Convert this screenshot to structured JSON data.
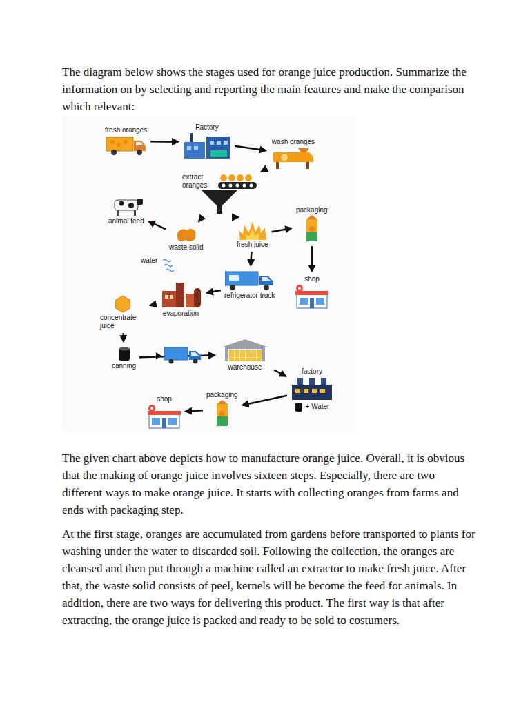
{
  "diagram": {
    "title": "The diagram below shows the stages used for orange juice production. Summarize the information on by selecting and reporting the main features and make the comparison which relevant:",
    "nodes": [
      {
        "text": [
          "fresh oranges"
        ]
      },
      {
        "text": [
          "Factory"
        ]
      },
      {
        "text": [
          "wash oranges"
        ]
      },
      {
        "text": [
          "extract oranges"
        ]
      },
      {
        "text": [
          "animal feed"
        ]
      },
      {
        "text": [
          "waste solid"
        ]
      },
      {
        "text": [
          "fresh juice"
        ]
      },
      {
        "text": [
          "packaging"
        ]
      },
      {
        "text": [
          "shop"
        ]
      },
      {
        "text": [
          "refrigerator truck"
        ]
      },
      {
        "text": [
          "evaporation"
        ]
      },
      {
        "text": [
          "concentrate juice"
        ]
      },
      {
        "text": [
          "canning"
        ]
      },
      {
        "text": [
          "warehouse"
        ]
      },
      {
        "text": [
          "factory",
          "+ Water"
        ]
      },
      {
        "text": [
          "packaging"
        ]
      },
      {
        "text": [
          "shop"
        ]
      }
    ],
    "edges": [
      {
        "from": 0,
        "to": 1,
        "arrow": "to"
      },
      {
        "from": 1,
        "to": 2,
        "arrow": "to"
      },
      {
        "from": 2,
        "to": 3,
        "arrow": "to"
      },
      {
        "from": 3,
        "to": 5,
        "arrow": "to"
      },
      {
        "from": 3,
        "to": 6,
        "arrow": "to"
      },
      {
        "from": 5,
        "to": 4,
        "arrow": "to"
      },
      {
        "from": 6,
        "to": 7,
        "arrow": "to"
      },
      {
        "from": 7,
        "to": 8,
        "arrow": "to"
      },
      {
        "from": 6,
        "to": 9,
        "arrow": "to"
      },
      {
        "from": 9,
        "to": 10,
        "arrow": "to"
      },
      {
        "from": 10,
        "to": 11,
        "arrow": "to"
      },
      {
        "from": 11,
        "to": 12,
        "arrow": "to"
      },
      {
        "from": 12,
        "to": 13,
        "arrow": "to"
      },
      {
        "from": 13,
        "to": 14,
        "arrow": "to"
      },
      {
        "from": 14,
        "to": 15,
        "arrow": "to"
      },
      {
        "from": 15,
        "to": 16,
        "arrow": "to"
      }
    ],
    "labels": [
      "water",
      "The given chart above depicts how to manufacture orange juice. Overall, it is obvious that the making of orange juice involves sixteen steps. Especially, there are two different ways to make orange juice. It starts with collecting oranges from farms and ends with packaging step.",
      "At the first stage, oranges are accumulated from gardens before transported to plants for washing under the water to discarded soil. Following the collection, the oranges are cleansed and then put through a machine called an extractor to make fresh juice. After that, the waste solid consists of peel, kernels will be become the feed for animals. In addition, there are two ways for delivering this product. The first way is that after extracting, the orange juice is packed and ready to be sold to costumers."
    ]
  }
}
